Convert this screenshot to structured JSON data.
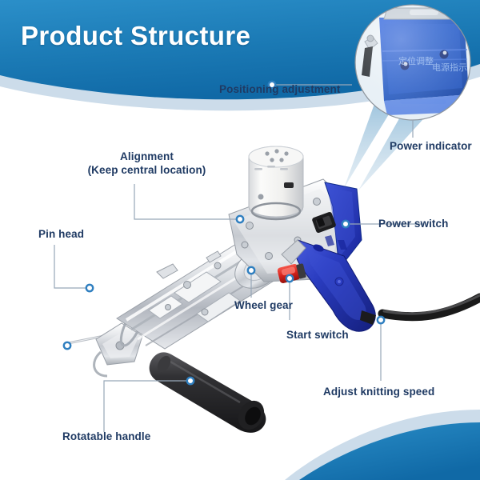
{
  "page": {
    "title": "Product Structure",
    "background_color": "#ffffff",
    "accent_color": "#1b7ab5",
    "accent_dark_color": "#1069a6",
    "accent_light_color": "#bcd3e4",
    "label_color": "#1f3a63"
  },
  "callouts": [
    {
      "id": "positioning-adjustment",
      "label": "Positioning adjustment"
    },
    {
      "id": "power-indicator",
      "label": "Power indicator"
    },
    {
      "id": "alignment",
      "label": "Alignment",
      "label_line2": "(Keep central location)"
    },
    {
      "id": "pin-head",
      "label": "Pin head"
    },
    {
      "id": "power-switch",
      "label": "Power switch"
    },
    {
      "id": "wheel-gear",
      "label": "Wheel gear"
    },
    {
      "id": "start-switch",
      "label": "Start switch"
    },
    {
      "id": "adjust-knitting-speed",
      "label": "Adjust knitting speed"
    },
    {
      "id": "rotatable-handle",
      "label": "Rotatable handle"
    }
  ],
  "inset": {
    "name": "detail-zoom-circle",
    "annotation_positioning": "定位调整",
    "annotation_power": "电源指示",
    "housing_color": "#1b52c4"
  },
  "product": {
    "name": "tufting-gun",
    "motor_color": "#f2f2f0",
    "body_color": "#d8dade",
    "handle_color": "#2036b8",
    "grip_color": "#2b2b2d",
    "start_switch_color": "#d8231c",
    "power_switch_color": "#1d1d1f",
    "cord_color": "#1a1a1a"
  }
}
